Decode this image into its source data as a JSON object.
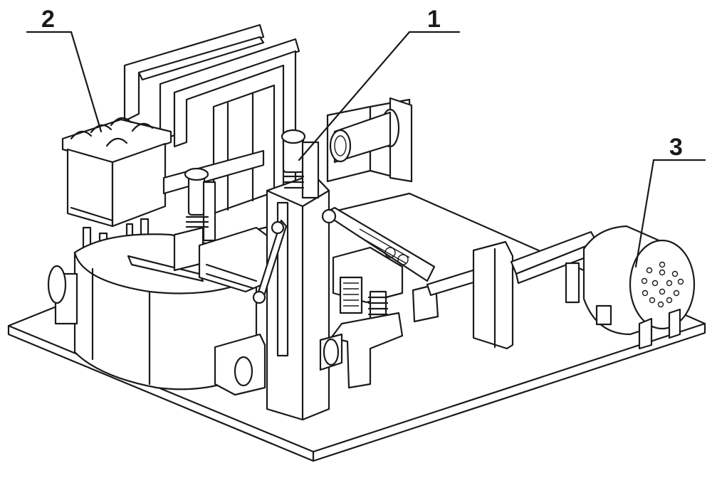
{
  "callouts": [
    {
      "id": "callout-1",
      "text": "1"
    },
    {
      "id": "callout-2",
      "text": "2"
    },
    {
      "id": "callout-3",
      "text": "3"
    }
  ]
}
